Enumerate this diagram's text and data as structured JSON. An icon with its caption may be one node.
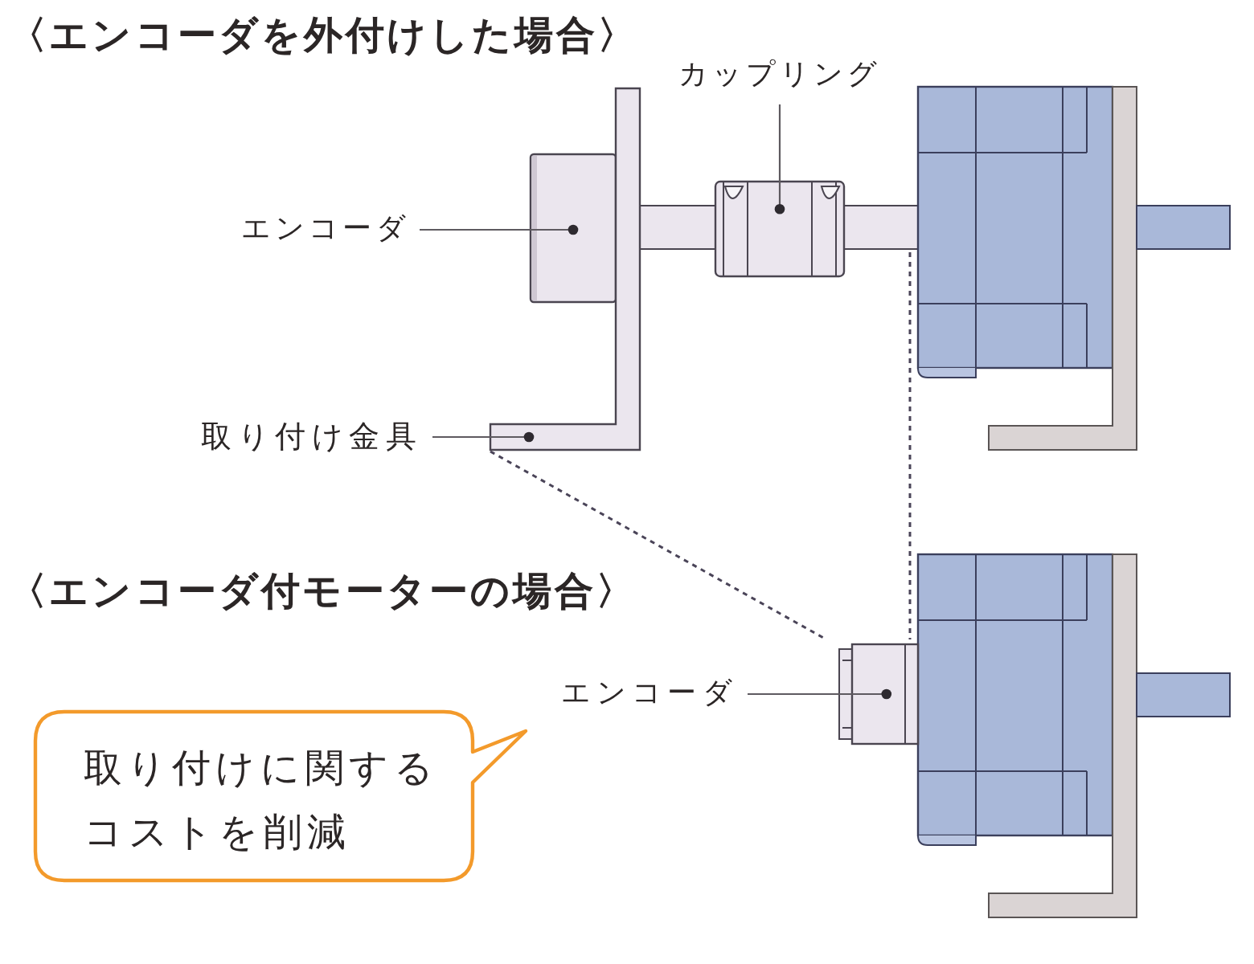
{
  "diagram": {
    "nodes": [
      {
        "text": [
          "カップリング"
        ]
      },
      {
        "text": [],
        "shape": "box"
      },
      {
        "text": [
          "エンコーダ"
        ]
      },
      {
        "text": [],
        "shape": "box"
      },
      {
        "text": [],
        "shape": "box"
      },
      {
        "text": [
          "取り付け金具"
        ]
      },
      {
        "text": [],
        "shape": "bracket"
      },
      {
        "text": [],
        "shape": "box"
      },
      {
        "text": [
          "エンコーダ"
        ]
      },
      {
        "text": [],
        "shape": "box"
      },
      {
        "text": [
          "取り付けに関するコストを削減"
        ]
      }
    ],
    "edges": [
      {
        "from": 0,
        "to": 1,
        "arrow": "other"
      },
      {
        "from": 2,
        "to": 3,
        "arrow": "other"
      },
      {
        "from": 5,
        "to": 6,
        "arrow": "other"
      },
      {
        "from": 6,
        "to": 9,
        "arrow": "none",
        "style": "dashed"
      },
      {
        "from": 4,
        "to": 9,
        "arrow": "none",
        "style": "dashed"
      },
      {
        "from": 8,
        "to": 9,
        "arrow": "other"
      }
    ],
    "labels": [
      "〈エンコーダを外付けした場合〉",
      "〈エンコーダ付モーターの場合〉"
    ]
  }
}
